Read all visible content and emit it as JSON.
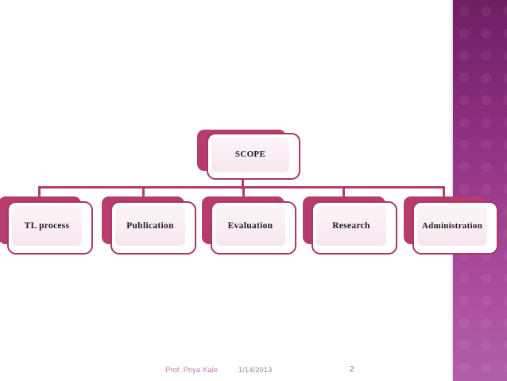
{
  "slide": {
    "page_number": "2",
    "date": "1/14/2013",
    "author": "Prof. Priya Kale"
  },
  "theme": {
    "accent_maroon": "#B43C6E",
    "accent_border": "#A83866",
    "panel_purple_top": "#6E1F63",
    "panel_purple_bottom": "#B05FA6",
    "box_fill_light": "#FCF4F8",
    "box_fill_dark": "#F6E6EE",
    "author_color": "#C47BAE",
    "date_color": "#8C8C8C"
  },
  "diagram": {
    "type": "hierarchy-org-chart",
    "root": {
      "label": "SCOPE"
    },
    "children": [
      {
        "label": "TL process"
      },
      {
        "label": "Publication"
      },
      {
        "label": "Evaluation"
      },
      {
        "label": "Research"
      },
      {
        "label": "Administration"
      }
    ]
  }
}
